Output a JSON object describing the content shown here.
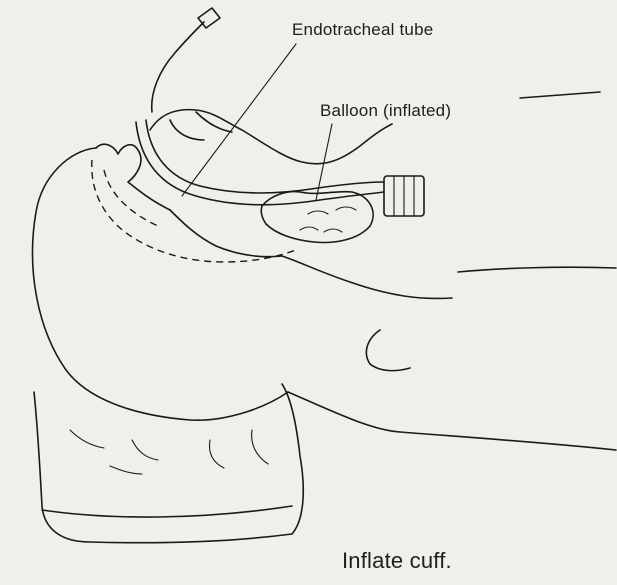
{
  "labels": {
    "tube": "Endotracheal tube",
    "balloon": "Balloon (inflated)",
    "caption": "Inflate cuff."
  },
  "colors": {
    "background": "#f1efea",
    "ink": "#1a1a1a"
  }
}
